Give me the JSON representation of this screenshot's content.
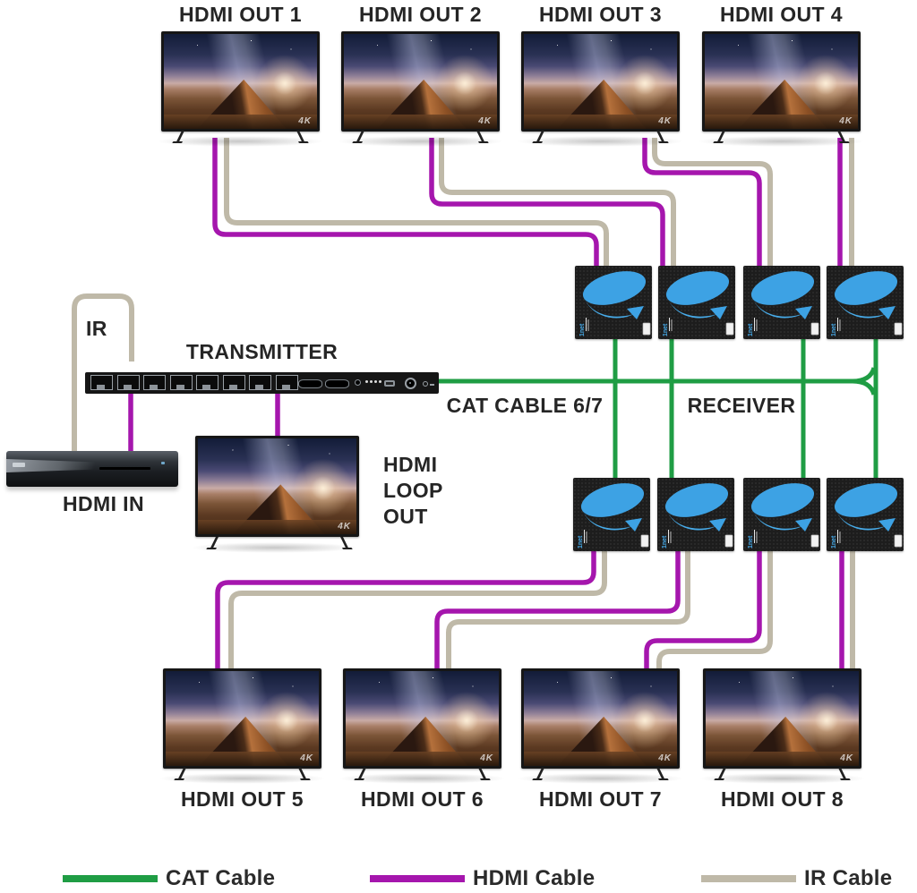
{
  "labels": {
    "ir": "IR",
    "transmitter": "TRANSMITTER",
    "hdmi_in": "HDMI IN",
    "hdmi_loop_out": "HDMI LOOP OUT",
    "cat_cable_67": "CAT CABLE 6/7",
    "receiver": "RECEIVER"
  },
  "tvs": {
    "top": [
      {
        "label": "HDMI OUT 1"
      },
      {
        "label": "HDMI OUT 2"
      },
      {
        "label": "HDMI OUT 3"
      },
      {
        "label": "HDMI OUT 4"
      }
    ],
    "bottom": [
      {
        "label": "HDMI OUT 5"
      },
      {
        "label": "HDMI OUT 6"
      },
      {
        "label": "HDMI OUT 7"
      },
      {
        "label": "HDMI OUT 8"
      }
    ],
    "screen_badge": "4K"
  },
  "legend": [
    {
      "label": "CAT Cable",
      "color": "#1f9d44"
    },
    {
      "label": "HDMI Cable",
      "color": "#a516ad"
    },
    {
      "label": "IR Cable",
      "color": "#bfb9a8"
    }
  ],
  "colors": {
    "cat_cable": "#1f9d44",
    "hdmi_cable": "#a516ad",
    "ir_cable": "#bfb9a8",
    "cable_casing": "#ffffff"
  }
}
